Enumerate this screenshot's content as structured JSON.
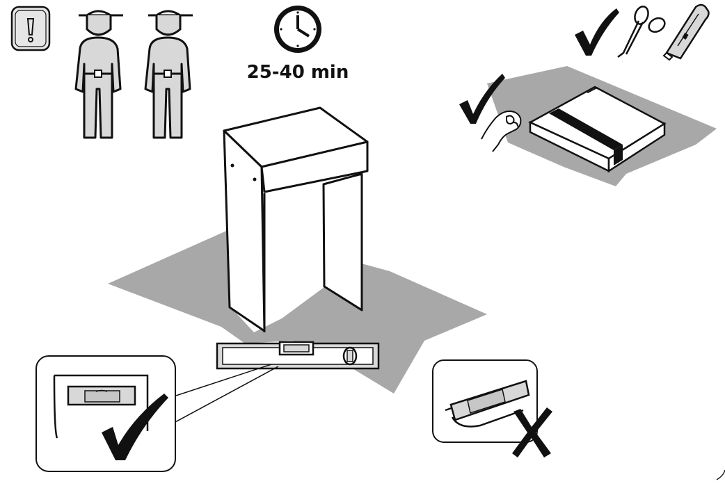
{
  "assembly_time": "25-40 min",
  "colors": {
    "outline": "#111111",
    "gray_fill": "#d8d8d8",
    "floor_mat": "#a8a8a8",
    "dark_mat": "#9a9a9a",
    "background": "#ffffff"
  },
  "icons": {
    "warning": "exclamation-icon",
    "people": [
      "worker-icon",
      "worker-icon"
    ],
    "clock": "clock-icon",
    "tools": [
      "checkmark-icon",
      "scissors-icon",
      "utility-knife-icon"
    ]
  },
  "steps": {
    "unbox": "box-on-mat-with-hand",
    "check_level": "spirit-level-under-table",
    "level_ok": "checkmark-icon",
    "level_wrong": "cross-icon"
  }
}
